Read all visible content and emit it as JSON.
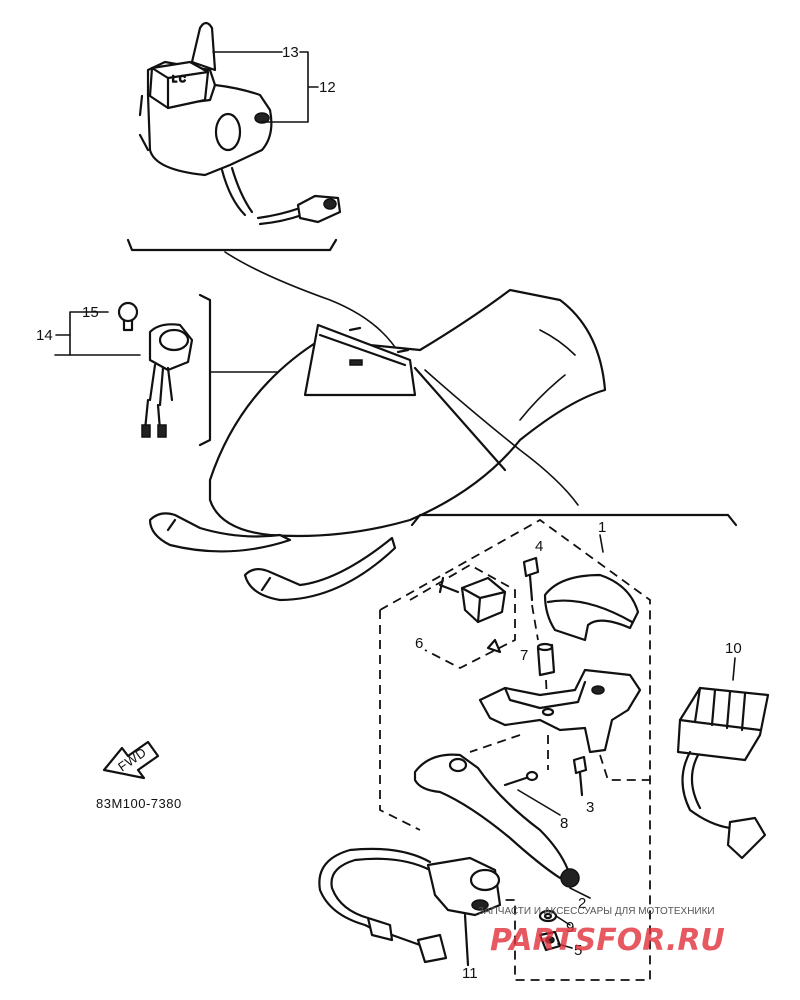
{
  "callouts": {
    "c1": "1",
    "c2": "2",
    "c3": "3",
    "c4": "4",
    "c5": "5",
    "c6": "6",
    "c7": "7",
    "c8": "8",
    "c9": "9",
    "c10": "10",
    "c11": "11",
    "c12": "12",
    "c13": "13",
    "c14": "14",
    "c15": "15"
  },
  "fwd_label": "FWD",
  "diagram_code": "83M100-7380",
  "watermark": {
    "caption": "ЗАПЧАСТИ И АКСЕССУАРЫ ДЛЯ МОТОТЕХНИКИ",
    "logo": "PARTSFOR.RU",
    "color": "#e0303a"
  }
}
